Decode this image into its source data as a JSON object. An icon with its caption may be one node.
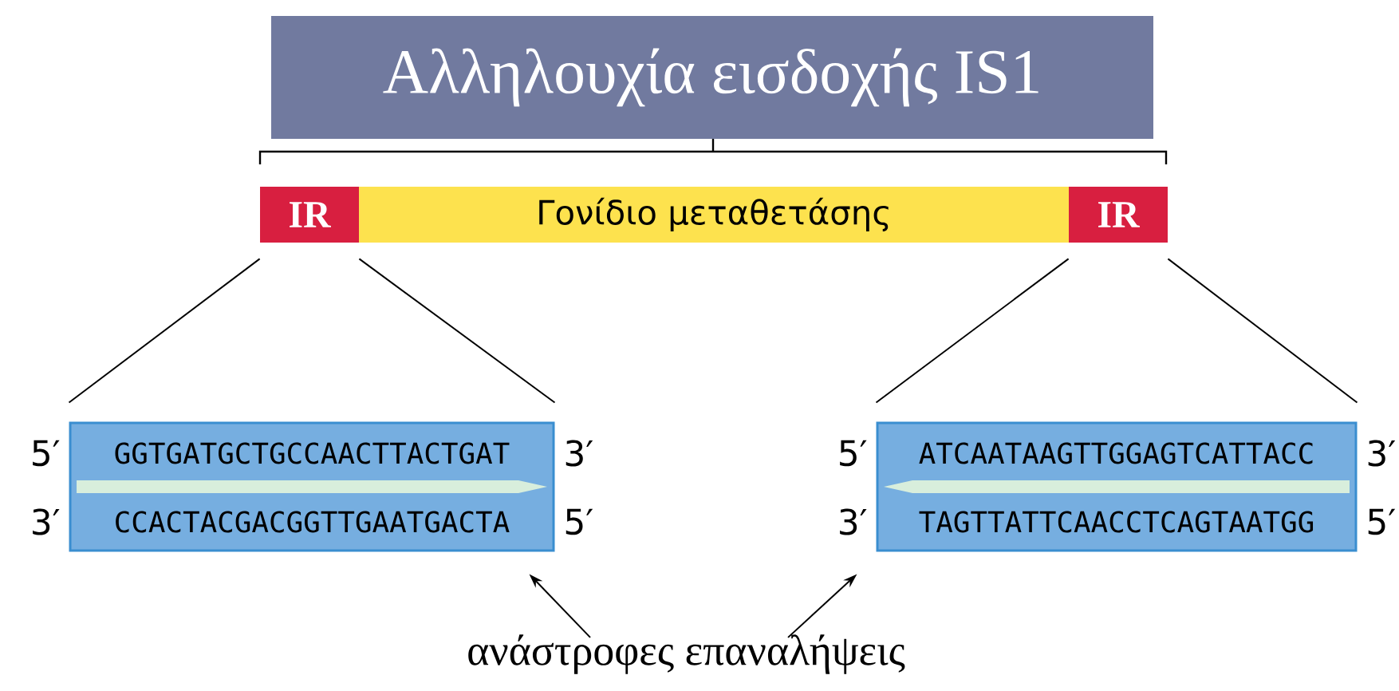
{
  "diagram": {
    "title": "Αλληλουχία εισδοχής IS1",
    "nodes": [
      {
        "text": [
          "IR"
        ]
      },
      {
        "text": [
          "Γονίδιο μεταθετάσης"
        ]
      },
      {
        "text": [
          "IR"
        ]
      },
      {
        "text": [
          "GGTGATGCTGCCAACTTACTGAT",
          "CCACTACGACGGTTGAATGACTA"
        ],
        "beside": [
          "5′",
          "3′",
          "3′",
          "5′"
        ]
      },
      {
        "text": [
          "ATCAATAAGTTGGAGTCATTACC",
          "TAGTTATTCAACCTCAGTAATGG"
        ],
        "beside": [
          "5′",
          "3′",
          "3′",
          "5′"
        ]
      },
      {
        "text": [
          "ανάστροφες επαναλήψεις"
        ]
      }
    ],
    "edges": [
      {
        "from": 0,
        "to": 3,
        "arrow": "none"
      },
      {
        "from": 0,
        "to": 3,
        "arrow": "none"
      },
      {
        "from": 2,
        "to": 4,
        "arrow": "none"
      },
      {
        "from": 2,
        "to": 4,
        "arrow": "none"
      },
      {
        "from": 5,
        "to": 3,
        "arrow": "to"
      },
      {
        "from": 5,
        "to": 4,
        "arrow": "to"
      }
    ]
  }
}
